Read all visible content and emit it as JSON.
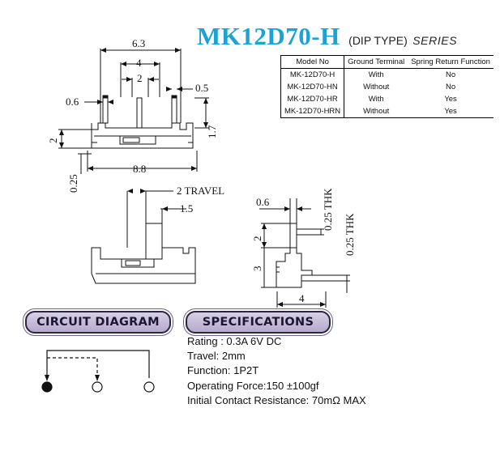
{
  "header": {
    "model": "MK12D70-H",
    "type": "(DIP TYPE)",
    "series": "SERIES"
  },
  "model_table": {
    "columns": [
      "Model No",
      "Ground Terminal",
      "Spring Return Function"
    ],
    "rows": [
      [
        "MK-12D70-H",
        "With",
        "No"
      ],
      [
        "MK-12D70-HN",
        "Without",
        "No"
      ],
      [
        "MK-12D70-HR",
        "With",
        "Yes"
      ],
      [
        "MK-12D70-HRN",
        "Without",
        "Yes"
      ]
    ]
  },
  "dimensions": {
    "width_outer": "6.3",
    "pin_span": "4",
    "pin_pitch": "2",
    "pin_width": "0.5",
    "left_offset": "0.6",
    "height_pins": "1.7",
    "body_height": "2",
    "body_width": "8.8",
    "gap": "0.25",
    "travel": "2 TRAVEL",
    "actuator_width": "1.5",
    "side_pin": "0.6",
    "side_thk1": "0.25 THK",
    "side_thk2": "0.25 THK",
    "side_height_upper": "2",
    "side_height_lower": "3",
    "side_width": "4"
  },
  "sections": {
    "circuit": "CIRCUIT DIAGRAM",
    "specifications": "SPECIFICATIONS"
  },
  "specs": [
    "Rating : 0.3A 6V DC",
    "Travel: 2mm",
    "Function: 1P2T",
    "Operating Force:150 ±100gf",
    "Initial Contact Resistance: 70mΩ MAX"
  ]
}
